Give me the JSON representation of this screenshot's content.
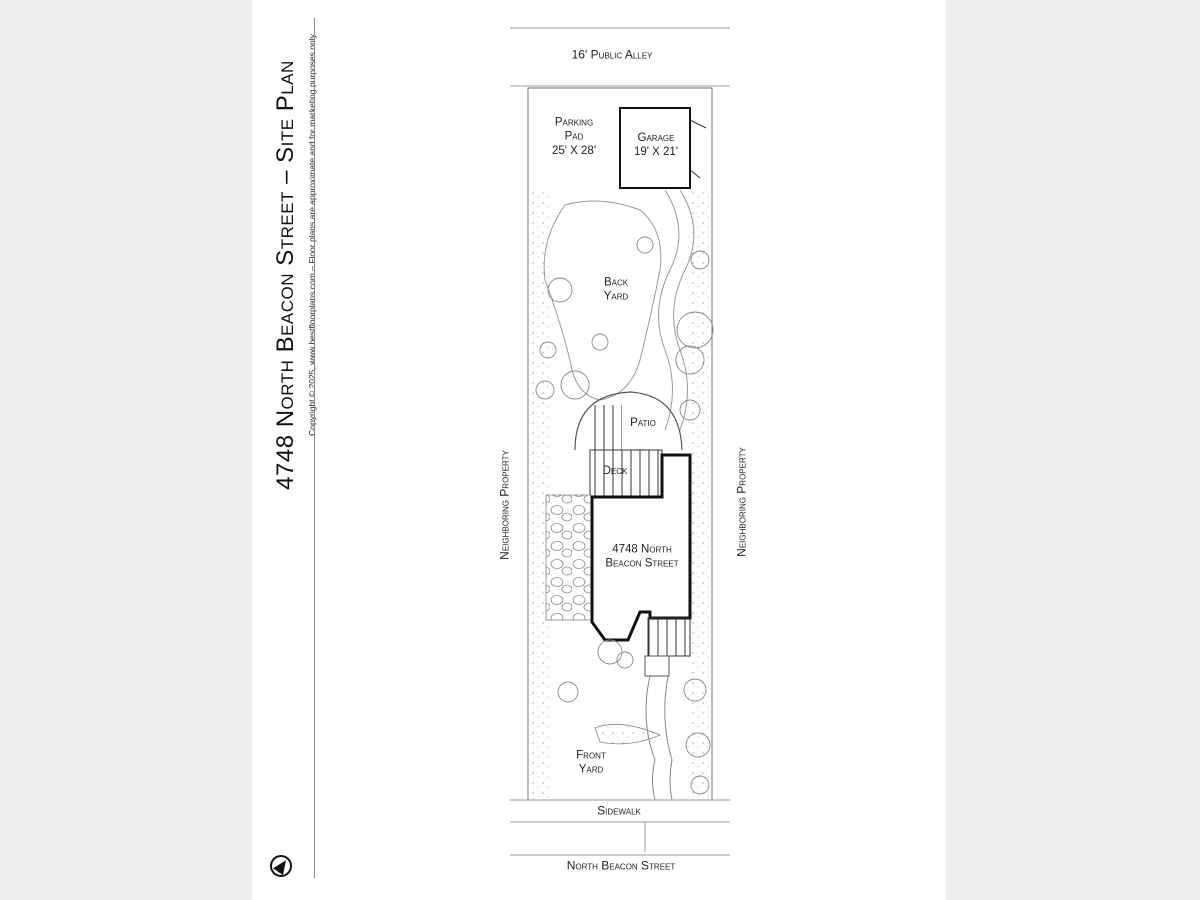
{
  "title": "4748 North Beacon Street – Site Plan",
  "copyright": "Copyright © 2025, www.bestfloorplans.com – Floor plans are approximate and for marketing purposes only",
  "labels": {
    "alley": "16' Public Alley",
    "parking_title": "Parking\nPad",
    "parking_size": "25' X 28'",
    "garage_title": "Garage",
    "garage_size": "19' X 21'",
    "back_yard": "Back\nYard",
    "patio": "Patio",
    "deck": "Deck",
    "house": "4748 North\nBeacon Street",
    "front_yard": "Front\nYard",
    "sidewalk": "Sidewalk",
    "street": "North Beacon Street",
    "neighbor_left": "Neighboring Property",
    "neighbor_right": "Neighboring Property"
  },
  "icons": {
    "compass": "north-arrow-icon"
  },
  "colors": {
    "background": "#eeeeee",
    "paper": "#ffffff",
    "line": "#555555",
    "wall": "#111111"
  }
}
